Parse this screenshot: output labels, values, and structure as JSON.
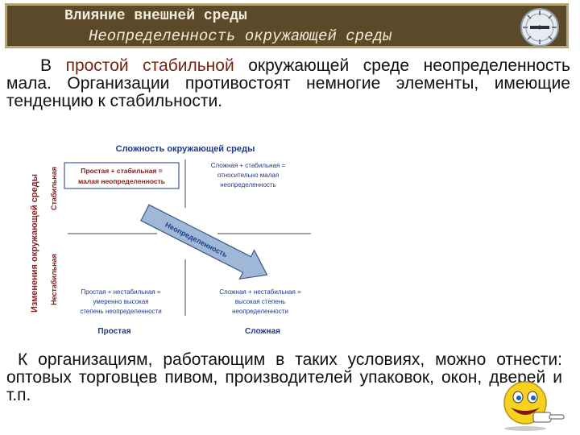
{
  "header": {
    "title": "Влияние внешней среды",
    "subtitle": "Неопределенность окружающей среды",
    "dial_icon": "clock-dial-icon"
  },
  "paragraph1": {
    "before": "В ",
    "highlight": "простой стабильной",
    "after": " окружающей среде неопределенность мала. Организации противостоят немногие элементы, имеющие тенденцию к стабильности."
  },
  "diagram": {
    "top_title": "Сложность окружающей среды",
    "left_title": "Изменения окружающей среды",
    "row_stable": "Стабильная",
    "row_unstable": "Нестабильная",
    "col_simple": "Простая",
    "col_complex": "Сложная",
    "q1_line1": "Простая + стабильная =",
    "q1_line2": "малая неопределенность",
    "q2_line1": "Сложная + стабильная =",
    "q2_line2": "относительно малая",
    "q2_line3": "неопределенность",
    "q3_line1": "Простая + нестабильная =",
    "q3_line2": "умеренно высокая",
    "q3_line3": "степень неопределенности",
    "q4_line1": "Сложная + нестабильная =",
    "q4_line2": "высокая степень",
    "q4_line3": "неопределенности",
    "arrow_label": "Неопределенность",
    "colors": {
      "title": "#1f3a8a",
      "accent": "#8b1a1a",
      "arrow_fill": "#9fb8d8",
      "arrow_stroke": "#3b5680"
    }
  },
  "paragraph2": {
    "text": "К организациям, работающим в таких условиях, можно отнести: оптовых торговцев пивом, производителей упаковок, окон, дверей и т.п."
  },
  "decor": {
    "smiley_icon": "smiley-pointing-icon"
  }
}
